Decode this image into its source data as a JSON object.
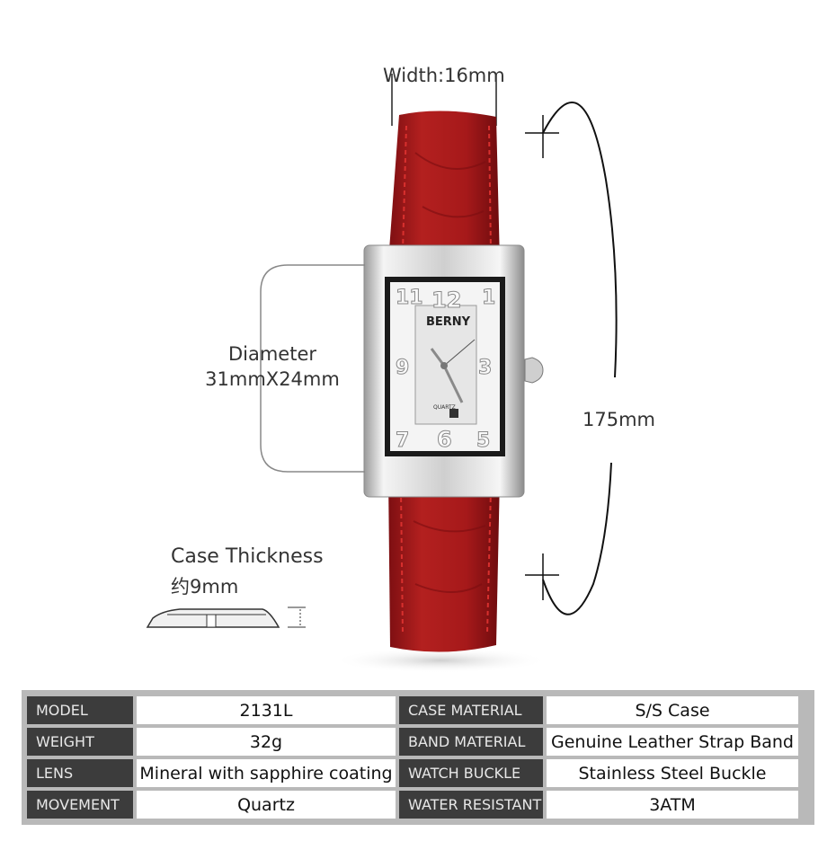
{
  "dimensions": {
    "width_label": "Width:16mm",
    "diameter_label": "Diameter",
    "diameter_value": "31mmX24mm",
    "length_label": "175mm",
    "thickness_label": "Case Thickness",
    "thickness_value": "约9mm"
  },
  "watch": {
    "brand": "BERNY",
    "movement_text": "QUARTZ",
    "dial_numbers": [
      "11",
      "12",
      "1",
      "9",
      "3",
      "7",
      "6",
      "5"
    ],
    "strap_color": "#a3191b",
    "case_color": "#d8d8d8"
  },
  "specs": [
    {
      "label": "MODEL",
      "value": "2131L",
      "label2": "CASE MATERIAL",
      "value2": "S/S Case"
    },
    {
      "label": "WEIGHT",
      "value": "32g",
      "label2": "BAND MATERIAL",
      "value2": "Genuine Leather Strap Band"
    },
    {
      "label": "LENS",
      "value": "Mineral with sapphire coating",
      "label2": "WATCH BUCKLE",
      "value2": "Stainless Steel Buckle"
    },
    {
      "label": "MOVEMENT",
      "value": "Quartz",
      "label2": "WATER RESISTANT",
      "value2": "3ATM"
    }
  ]
}
